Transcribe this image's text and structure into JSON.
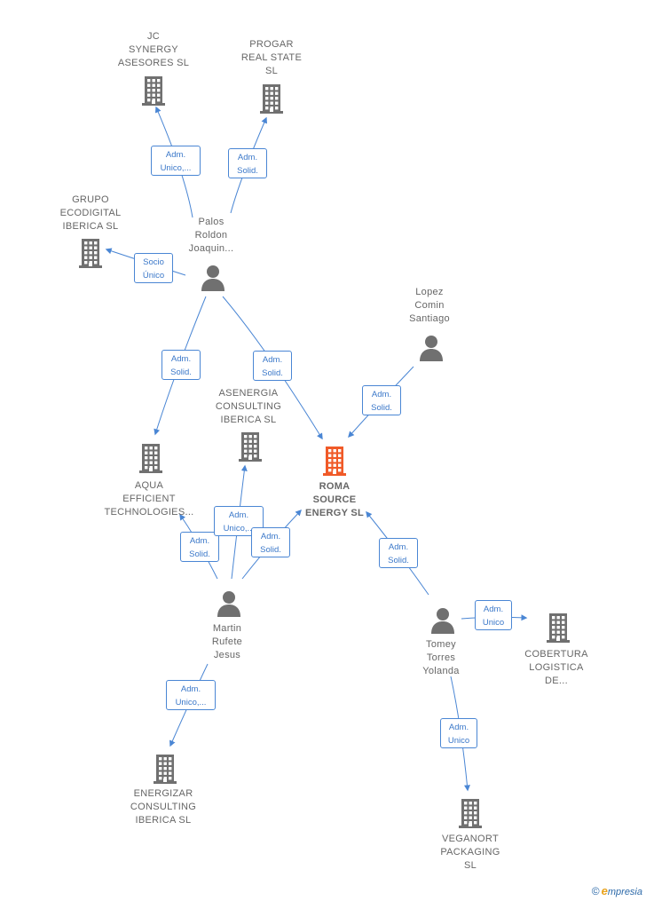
{
  "nodes": [
    {
      "id": "jc",
      "kind": "company",
      "label": "JC\nSYNERGY\nASESORES  SL"
    },
    {
      "id": "progar",
      "kind": "company",
      "label": "PROGAR\nREAL STATE\nSL"
    },
    {
      "id": "grupo",
      "kind": "company",
      "label": "GRUPO\nECODIGITAL\nIBERICA  SL"
    },
    {
      "id": "palos",
      "kind": "person",
      "label": "Palos\nRoldon\nJoaquin..."
    },
    {
      "id": "lopez",
      "kind": "person",
      "label": "Lopez\nComin\nSantiago"
    },
    {
      "id": "aqua",
      "kind": "company",
      "label": "AQUA\nEFFICIENT\nTECHNOLOGIES..."
    },
    {
      "id": "asenergia",
      "kind": "company",
      "label": "ASENERGIA\nCONSULTING\nIBERICA  SL"
    },
    {
      "id": "roma",
      "kind": "main",
      "label": "ROMA\nSOURCE\nENERGY  SL"
    },
    {
      "id": "martin",
      "kind": "person",
      "label": "Martin\nRufete\nJesus"
    },
    {
      "id": "tomey",
      "kind": "person",
      "label": "Tomey\nTorres\nYolanda"
    },
    {
      "id": "cobertura",
      "kind": "company",
      "label": "COBERTURA\nLOGISTICA\nDE..."
    },
    {
      "id": "energizar",
      "kind": "company",
      "label": "ENERGIZAR\nCONSULTING\nIBERICA  SL"
    },
    {
      "id": "veganort",
      "kind": "company",
      "label": "VEGANORT\nPACKAGING\nSL"
    }
  ],
  "relations": [
    {
      "from": "palos",
      "to": "jc",
      "label": "Adm.\nUnico,..."
    },
    {
      "from": "palos",
      "to": "progar",
      "label": "Adm.\nSolid."
    },
    {
      "from": "palos",
      "to": "grupo",
      "label": "Socio\nÚnico"
    },
    {
      "from": "palos",
      "to": "aqua",
      "label": "Adm.\nSolid."
    },
    {
      "from": "palos",
      "to": "roma",
      "label": "Adm.\nSolid."
    },
    {
      "from": "lopez",
      "to": "roma",
      "label": "Adm.\nSolid."
    },
    {
      "from": "martin",
      "to": "aqua",
      "label": "Adm.\nSolid."
    },
    {
      "from": "martin",
      "to": "asenergia",
      "label": "Adm.\nUnico,..."
    },
    {
      "from": "martin",
      "to": "roma",
      "label": "Adm.\nSolid."
    },
    {
      "from": "martin",
      "to": "energizar",
      "label": "Adm.\nUnico,..."
    },
    {
      "from": "tomey",
      "to": "roma",
      "label": "Adm.\nSolid."
    },
    {
      "from": "tomey",
      "to": "cobertura",
      "label": "Adm.\nUnico"
    },
    {
      "from": "tomey",
      "to": "veganort",
      "label": "Adm.\nUnico"
    }
  ],
  "colors": {
    "edge": "#4a86d4",
    "icon": "#707070",
    "main_icon": "#f05a28",
    "label": "#666666"
  },
  "footer": {
    "copyright": "©",
    "brand_initial": "e",
    "brand_rest": "mpresia"
  }
}
